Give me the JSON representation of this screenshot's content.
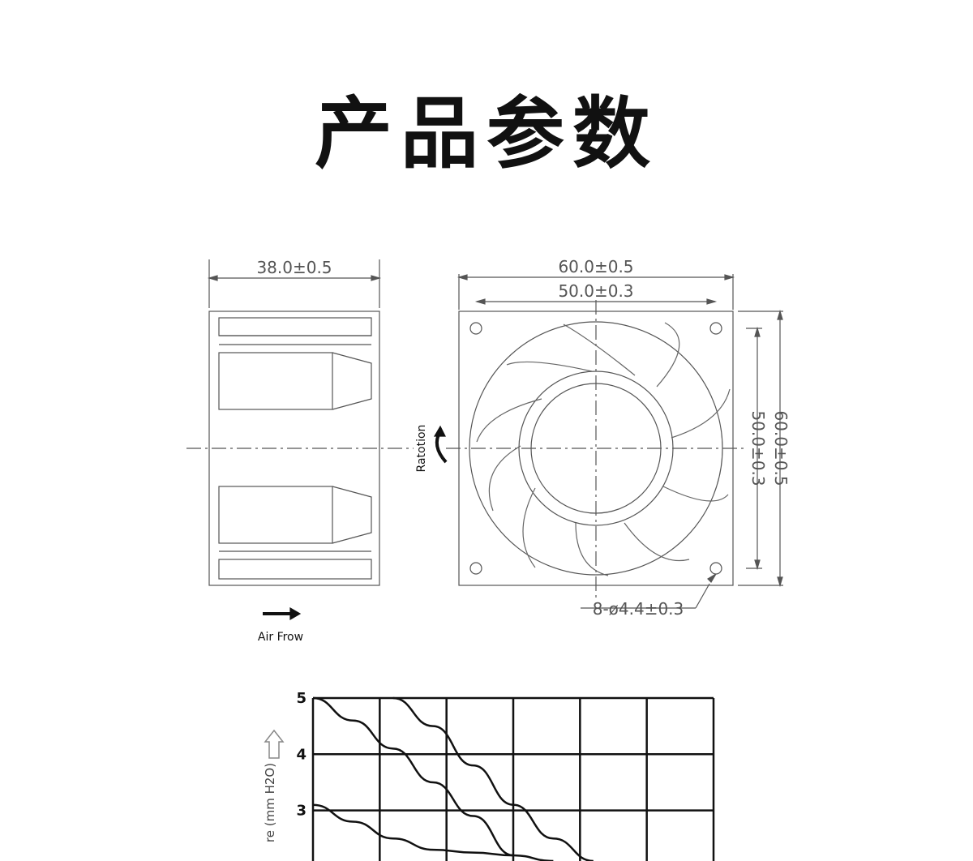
{
  "page": {
    "title": "产品参数"
  },
  "drawing": {
    "side_width_dim": "38.0±0.5",
    "front_outer_width_dim": "60.0±0.5",
    "front_hole_spacing_dim": "50.0±0.3",
    "front_hole_spacing_height_dim": "50.0±0.3",
    "front_outer_height_dim": "60.0±0.5",
    "mount_holes_dim": "8-ø4.4±0.3",
    "rotation_label": "Ratotion",
    "airflow_label": "Air Frow"
  },
  "chart_data": {
    "type": "line",
    "ylabel": "re (mm H2O)",
    "ytick_labels": [
      "5",
      "4",
      "3"
    ],
    "ylim": [
      2.1,
      5
    ],
    "xlim": [
      0,
      1
    ],
    "grid": true,
    "series": [
      {
        "x": [
          0,
          0.1,
          0.2,
          0.3,
          0.4,
          0.5
        ],
        "y": [
          5,
          4.6,
          4.1,
          3.5,
          2.9,
          2.2
        ]
      },
      {
        "x": [
          0.2,
          0.3,
          0.4,
          0.5,
          0.6,
          0.7
        ],
        "y": [
          5,
          4.5,
          3.8,
          3.1,
          2.5,
          2.1
        ]
      },
      {
        "x": [
          0,
          0.1,
          0.2,
          0.3,
          0.4,
          0.5,
          0.6
        ],
        "y": [
          3.1,
          2.8,
          2.5,
          2.3,
          2.25,
          2.2,
          2.1
        ]
      }
    ]
  }
}
